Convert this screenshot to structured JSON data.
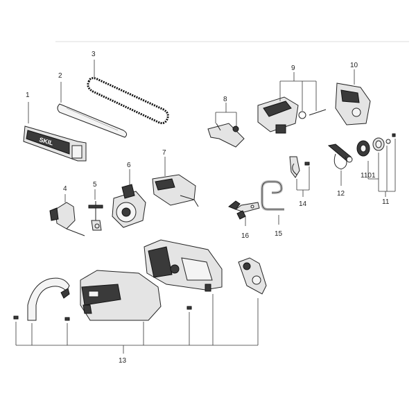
{
  "top_rule_color": "#dddddd",
  "callouts": {
    "c1": "1",
    "c2": "2",
    "c3": "3",
    "c4": "4",
    "c5": "5",
    "c6": "6",
    "c7": "7",
    "c8": "8",
    "c9": "9",
    "c10": "10",
    "c11": "11",
    "c1101": "1101",
    "c12": "12",
    "c13": "13",
    "c14": "14",
    "c15": "15",
    "c16": "16"
  },
  "logos": {
    "bar_cover": "SKIL"
  }
}
